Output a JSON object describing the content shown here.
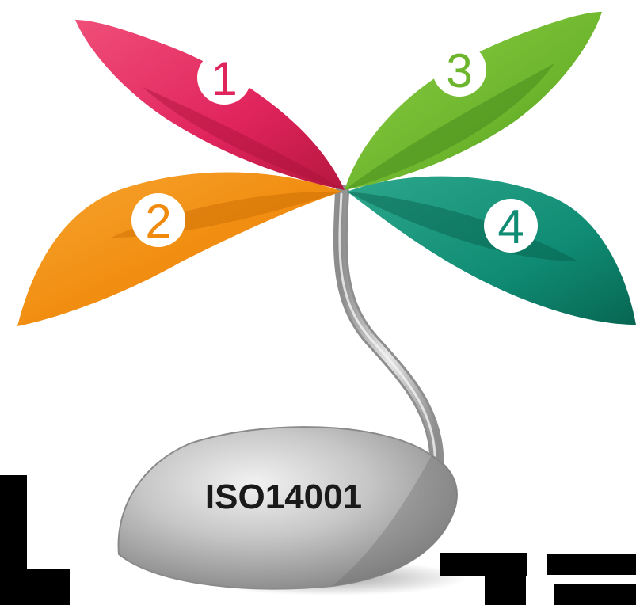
{
  "seed": {
    "label": "ISO14001"
  },
  "leaves": [
    {
      "number": "1",
      "color": "#e0245c"
    },
    {
      "number": "2",
      "color": "#f08a0c"
    },
    {
      "number": "3",
      "color": "#6cb52c"
    },
    {
      "number": "4",
      "color": "#108c74"
    }
  ],
  "stem_color": "#b8b8b8",
  "seed_color": "#a7a7a7"
}
